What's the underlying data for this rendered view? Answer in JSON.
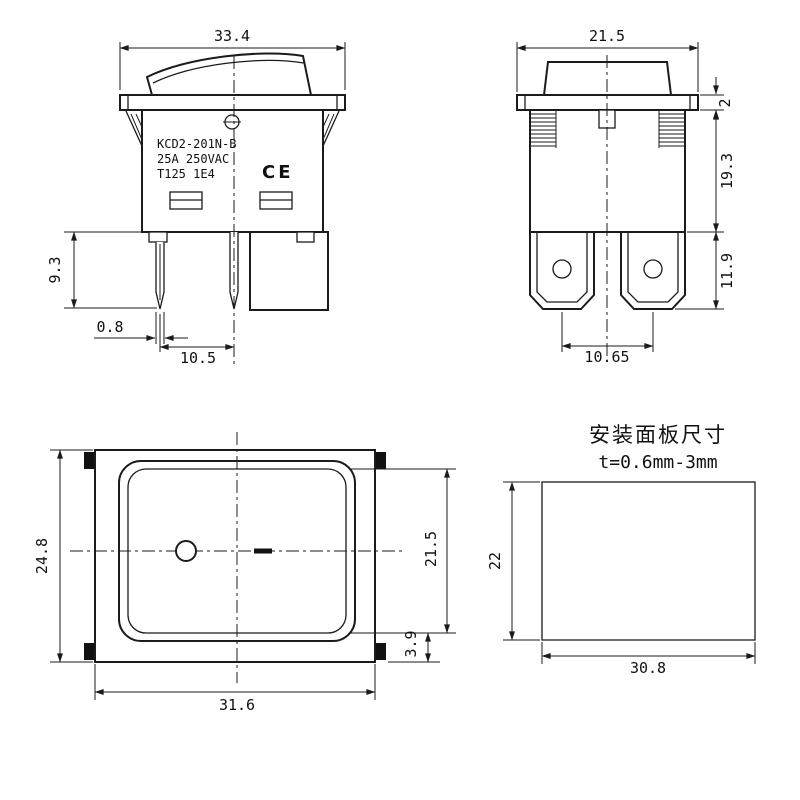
{
  "drawing": {
    "front_view": {
      "model": "KCD2-201N-B",
      "rating": "25A  250VAC",
      "cert": "T125    1E4",
      "ce_mark": "CE",
      "dim_width": "33.4",
      "dim_pin_length": "9.3",
      "dim_pin_thickness": "0.8",
      "dim_pin_spacing": "10.5"
    },
    "side_view": {
      "dim_width": "21.5",
      "dim_flange_thickness": "2",
      "dim_body_depth": "19.3",
      "dim_terminal_length": "11.9",
      "dim_terminal_spacing": "10.65"
    },
    "top_view": {
      "dim_height": "24.8",
      "dim_width": "31.6",
      "dim_opening_height": "21.5",
      "dim_clip_offset": "3.9"
    },
    "panel_cutout": {
      "title": "安装面板尺寸",
      "thickness_note": "t=0.6mm-3mm",
      "dim_height": "22",
      "dim_width": "30.8"
    }
  },
  "colors": {
    "line": "#1b1b1b",
    "background": "#ffffff"
  }
}
